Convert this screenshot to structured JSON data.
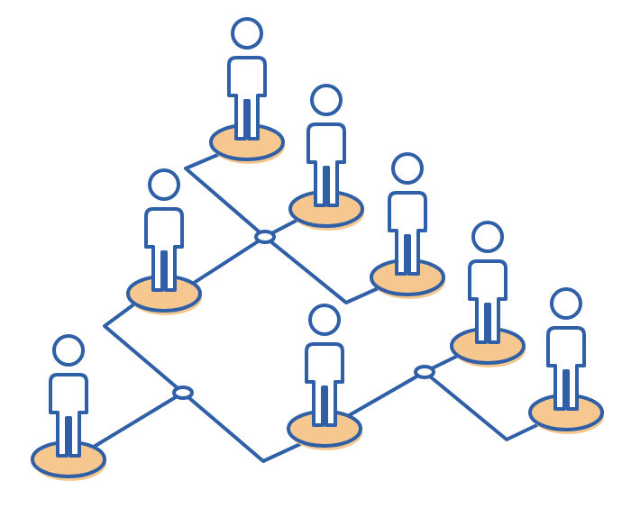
{
  "diagram": {
    "nodes": [
      "person",
      "person",
      "person",
      "person",
      "person",
      "person",
      "person",
      "person",
      "person"
    ],
    "connectors": [
      "junction",
      "junction",
      "junction"
    ]
  },
  "colors": {
    "line": "#2f5fa7",
    "platform": "#f6c78e",
    "background": "#ffffff"
  }
}
